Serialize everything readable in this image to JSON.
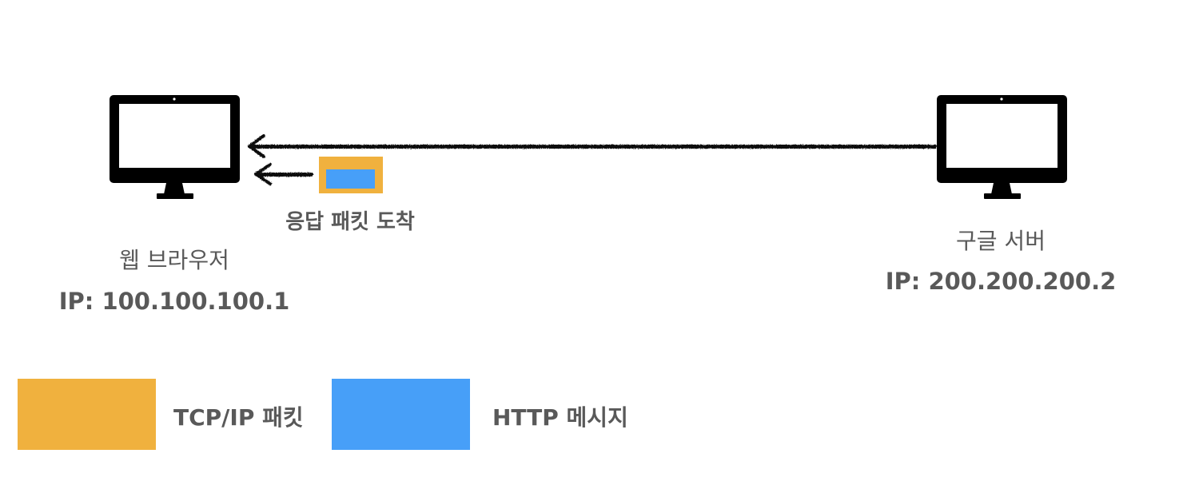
{
  "client": {
    "name": "웹 브라우저",
    "ip": "IP: 100.100.100.1",
    "icon": "desktop-monitor-icon"
  },
  "server": {
    "name": "구글 서버",
    "ip": "IP: 200.200.200.2",
    "icon": "desktop-monitor-icon"
  },
  "packet": {
    "caption": "응답 패킷 도착"
  },
  "legend": {
    "tcp_ip": {
      "label": "TCP/IP 패킷",
      "color": "#F0B13E"
    },
    "http": {
      "label": "HTTP 메시지",
      "color": "#479FF8"
    }
  }
}
